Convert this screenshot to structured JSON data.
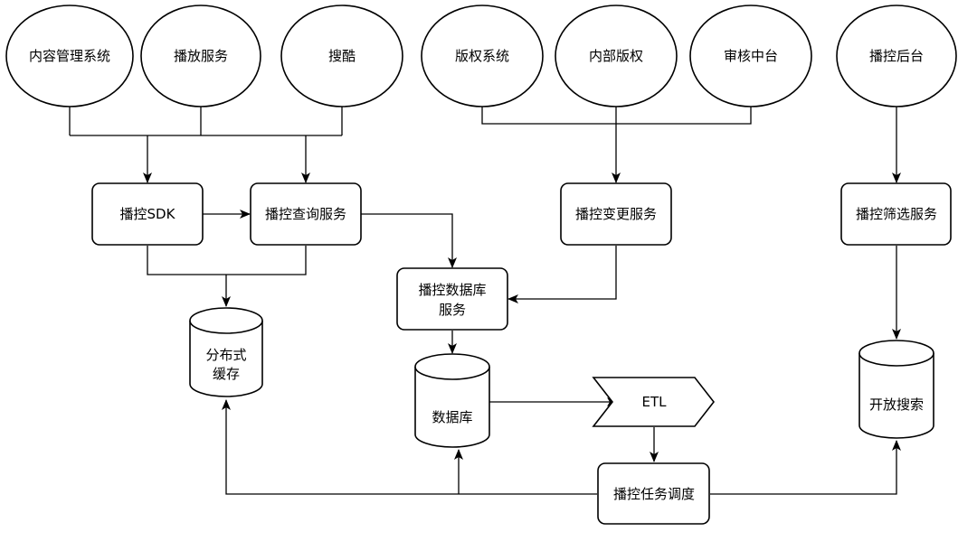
{
  "nodes": {
    "cms": "内容管理系统",
    "playback_service": "播放服务",
    "soku": "搜酷",
    "copyright_system": "版权系统",
    "internal_copyright": "内部版权",
    "review_center": "审核中台",
    "control_backend": "播控后台",
    "control_sdk": "播控SDK",
    "control_query_service": "播控查询服务",
    "control_change_service": "播控变更服务",
    "control_filter_service": "播控筛选服务",
    "control_db_service_line1": "播控数据库",
    "control_db_service_line2": "服务",
    "distributed_cache_line1": "分布式",
    "distributed_cache_line2": "缓存",
    "database": "数据库",
    "etl": "ETL",
    "open_search": "开放搜索",
    "task_scheduler": "播控任务调度"
  }
}
